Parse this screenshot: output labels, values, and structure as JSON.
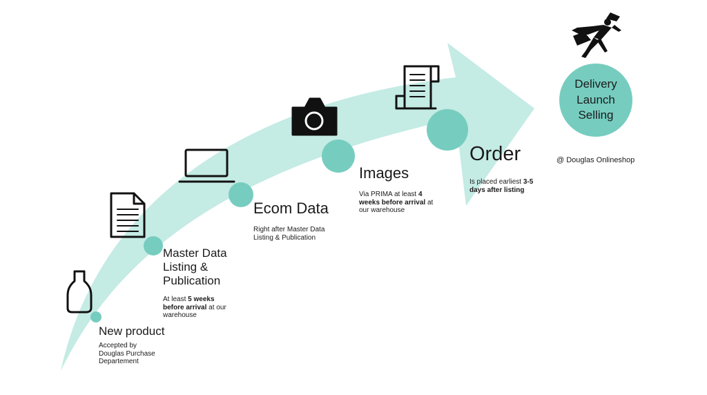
{
  "colors": {
    "arrow": "#c4ebe4",
    "node": "#76cdbf",
    "text": "#1a1a1a",
    "icon": "#111111"
  },
  "steps": [
    {
      "id": "new-product",
      "title": "New product",
      "desc": [
        {
          "text": "Accepted by"
        },
        {
          "text": "Douglas Purchase"
        },
        {
          "text": "Departement"
        }
      ],
      "icon": "bottle-icon"
    },
    {
      "id": "master-data",
      "title": [
        "Master Data",
        "Listing &",
        "Publication"
      ],
      "desc": [
        [
          {
            "t": "At least ",
            "b": false
          },
          {
            "t": "5 weeks",
            "b": true
          }
        ],
        [
          {
            "t": "before arrival",
            "b": true
          },
          {
            "t": " at our",
            "b": false
          }
        ],
        [
          {
            "t": "warehouse",
            "b": false
          }
        ]
      ],
      "icon": "document-icon"
    },
    {
      "id": "ecom-data",
      "title": "Ecom Data",
      "desc": [
        {
          "text": "Right after Master Data"
        },
        {
          "text": "Listing & Publication"
        }
      ],
      "icon": "laptop-icon"
    },
    {
      "id": "images",
      "title": "Images",
      "desc": [
        [
          {
            "t": "Via PRIMA at least ",
            "b": false
          },
          {
            "t": "4",
            "b": true
          }
        ],
        [
          {
            "t": "weeks before arrival",
            "b": true
          },
          {
            "t": " at",
            "b": false
          }
        ],
        [
          {
            "t": "our warehouse",
            "b": false
          }
        ]
      ],
      "icon": "camera-icon"
    },
    {
      "id": "order",
      "title": "Order",
      "desc": [
        [
          {
            "t": "Is placed earliest ",
            "b": false
          },
          {
            "t": "3-5",
            "b": true
          }
        ],
        [
          {
            "t": "days after listing",
            "b": true
          }
        ]
      ],
      "icon": "scroll-icon"
    }
  ],
  "final": {
    "lines": [
      "Delivery",
      "Launch",
      "Selling"
    ],
    "note": "@ Douglas Onlineshop",
    "icon": "superhero-icon"
  }
}
